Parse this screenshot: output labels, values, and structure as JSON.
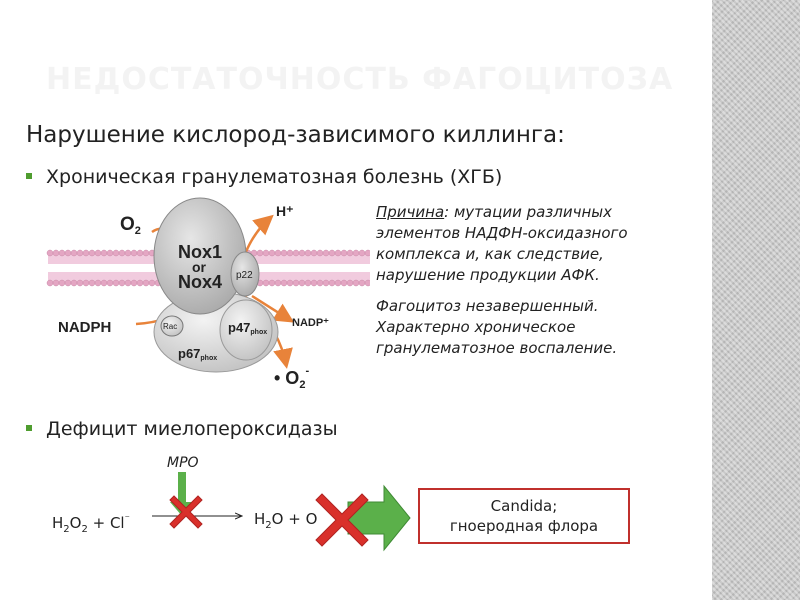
{
  "slide": {
    "title": "НЕДОСТАТОЧНОСТЬ ФАГОЦИТОЗА",
    "heading": "Нарушение кислород-зависимого киллинга:",
    "bullets": [
      "Хроническая гранулематозная болезнь (ХГБ)",
      "Дефицит миелопероксидазы"
    ],
    "accent_color": "#4f9d2f"
  },
  "cause_note": {
    "label": "Причина",
    "text": ": мутации различных элементов НАДФН-оксидазного комплекса и, как следствие, нарушение продукции АФК.",
    "phagocytosis": "Фагоцитоз незавершенный. Характерно хроническое гранулематозное воспаление."
  },
  "nox_diagram": {
    "o2": "O",
    "o2_sub": "2",
    "h_plus": "H⁺",
    "nox1": "Nox1",
    "or": "or",
    "nox4": "Nox4",
    "p22": "p22",
    "nadph": "NADPH",
    "nadp_plus": "NADP⁺",
    "rac": "Rac",
    "p47": "p47",
    "p67": "p67",
    "phox": "phox",
    "superoxide": "• O",
    "superoxide_sub": "2",
    "superoxide_sup": "-"
  },
  "mpo_scheme": {
    "enzyme": "MPO",
    "h2o2_a": "H",
    "h2o2_b": "2",
    "h2o2_c": "O",
    "h2o2_d": "2",
    "cl": " + Cl",
    "cl_sup": "⁻",
    "product_a": "H",
    "product_b": "2",
    "product_c": "O + O",
    "result_line1": "Candida;",
    "result_line2": "гноеродная флора",
    "block_color": "#d9302b",
    "arrow_color": "#5bb04a"
  }
}
